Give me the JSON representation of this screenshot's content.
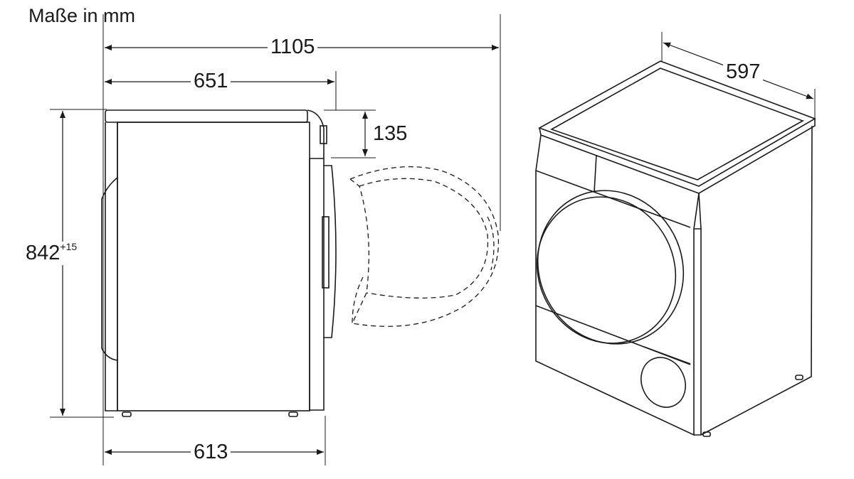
{
  "title": "Maße in mm",
  "dimensions": {
    "total_depth_door_open": "1105",
    "depth_with_door": "651",
    "control_panel_height": "135",
    "height": "842",
    "height_tolerance": "+15",
    "depth_body": "613",
    "width": "597"
  },
  "colors": {
    "line": "#1a1a1a",
    "background": "#ffffff"
  }
}
